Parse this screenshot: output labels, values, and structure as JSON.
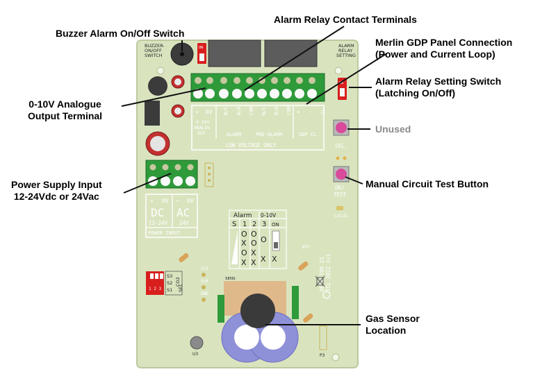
{
  "callouts": {
    "buzzer": "Buzzer Alarm On/Off Switch",
    "relay_terminals": "Alarm Relay Contact Terminals",
    "merlin_l1": "Merlin GDP Panel Connection",
    "merlin_l2": "(Power and Current Loop)",
    "relay_setting_l1": "Alarm  Relay Setting Switch",
    "relay_setting_l2": "(Latching On/Off)",
    "analogue_l1": "0-10V Analogue",
    "analogue_l2": "Output Terminal",
    "unused": "Unused",
    "power_l1": "Power Supply Input",
    "power_l2": "12-24Vdc or 24Vac",
    "test_button": "Manual Circuit Test Button",
    "gas_l1": "Gas Sensor",
    "gas_l2": "Location"
  },
  "silkscreen": {
    "buzzer_l1": "BUZZER-",
    "buzzer_l2": "ON/OFF",
    "buzzer_l3": "SWITCH",
    "relay_set_l1": "ALARM",
    "relay_set_l2": "RELAY",
    "relay_set_l3": "SETTING",
    "on": "ON",
    "plus": "+",
    "zero_v": "0V",
    "nc": "N/C",
    "no": "N/O",
    "com": "COM",
    "minus": "-",
    "cl": "CL",
    "analog_l1": "0-10V",
    "analog_l2": "ANALOG",
    "analog_l3": "OUT",
    "alarm": "ALARM",
    "pre_alarm": "PRE-ALARM",
    "gdp_cl": "GDP CL",
    "low_voltage": "LOW VOLTAGE ONLY",
    "sel": "SEL.",
    "ok_test_l1": "OK/",
    "ok_test_l2": "TEST",
    "calib": "Calib.",
    "dc": "DC",
    "ac": "AC",
    "tilde": "~",
    "v1224": "12-24V",
    "v24": "24V",
    "power_input": "POWER INPUT",
    "table_alarm": "Alarm",
    "table_010v": "0-10V",
    "table_s": "S",
    "table_1": "1",
    "table_2": "2",
    "table_3": "3",
    "table_o": "O",
    "table_x": "X",
    "detector_l1": "DETECTOR IS",
    "detector_l2": "TCL 2022 1v1",
    "s3": "S3",
    "s2": "S2",
    "s1": "S1",
    "co2": "CO2",
    "sel2": "SEL",
    "v33": "3v3",
    "v50": "5v0",
    "gnd": "GND",
    "sens": "SENS",
    "btp": "BT+",
    "u3": "U3",
    "p3": "P3"
  },
  "colors": {
    "board": "#d9e4bf",
    "board_edge": "#bcc99e",
    "terminal_green": "#2e9a3a",
    "relay_gray": "#5c5c5c",
    "switch_red": "#d91e1e",
    "button_pink": "#d94a9a",
    "sensor_ring": "#8e90d8",
    "sensor_core": "#3a3a3a",
    "leader": "#111111"
  }
}
